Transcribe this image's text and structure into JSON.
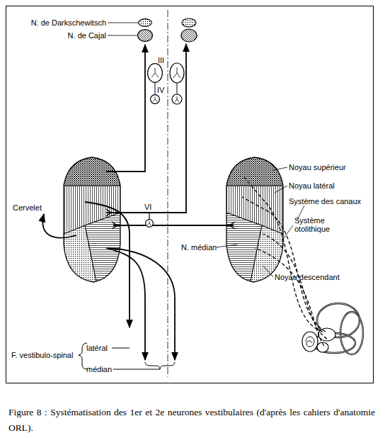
{
  "diagram": {
    "caption": "Figure 8 : Systématisation des 1er et 2e neurones vestibulaires (d'après les cahiers d'anatomie ORL).",
    "nodes": [
      {
        "text": [
          "N. de Darkschewitsch"
        ]
      },
      {
        "text": [
          "N. de Cajal"
        ]
      },
      {
        "text": [
          "III"
        ]
      },
      {
        "text": [
          "IV"
        ]
      },
      {
        "text": [
          "VI"
        ]
      },
      {
        "text": [
          "Noyau supérieur"
        ]
      },
      {
        "text": [
          "Noyau latéral"
        ]
      },
      {
        "text": [
          "N. médian"
        ]
      },
      {
        "text": [
          "Noyau descendant"
        ]
      }
    ],
    "labels": [
      "Système des canaux",
      "Système otolithique",
      "Cervelet",
      "F. vestibulo-spinal",
      "latéral",
      "médian"
    ]
  }
}
